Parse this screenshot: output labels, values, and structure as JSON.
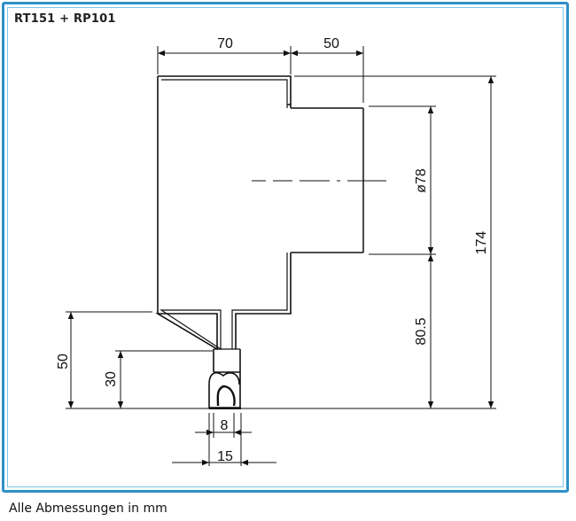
{
  "header": {
    "title": "RT151 + RP101"
  },
  "footer": {
    "note": "Alle Abmessungen in mm"
  },
  "dimensions": {
    "housing_width": "70",
    "valve_width": "50",
    "total_height": "174",
    "valve_diameter": "ø78",
    "lower_height": "80.5",
    "pipe_height_50": "50",
    "pipe_height_30": "30",
    "pipe_width_8": "8",
    "pipe_width_15": "15"
  },
  "colors": {
    "frame": "#2f8fc8",
    "line": "#111111",
    "background": "#ffffff"
  }
}
